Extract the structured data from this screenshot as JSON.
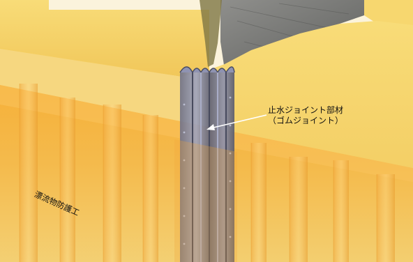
{
  "labels": {
    "joint_line1": "止水ジョイント部材",
    "joint_line2": "（ゴムジョイント）",
    "debris_barrier": "漂流物防護工"
  }
}
